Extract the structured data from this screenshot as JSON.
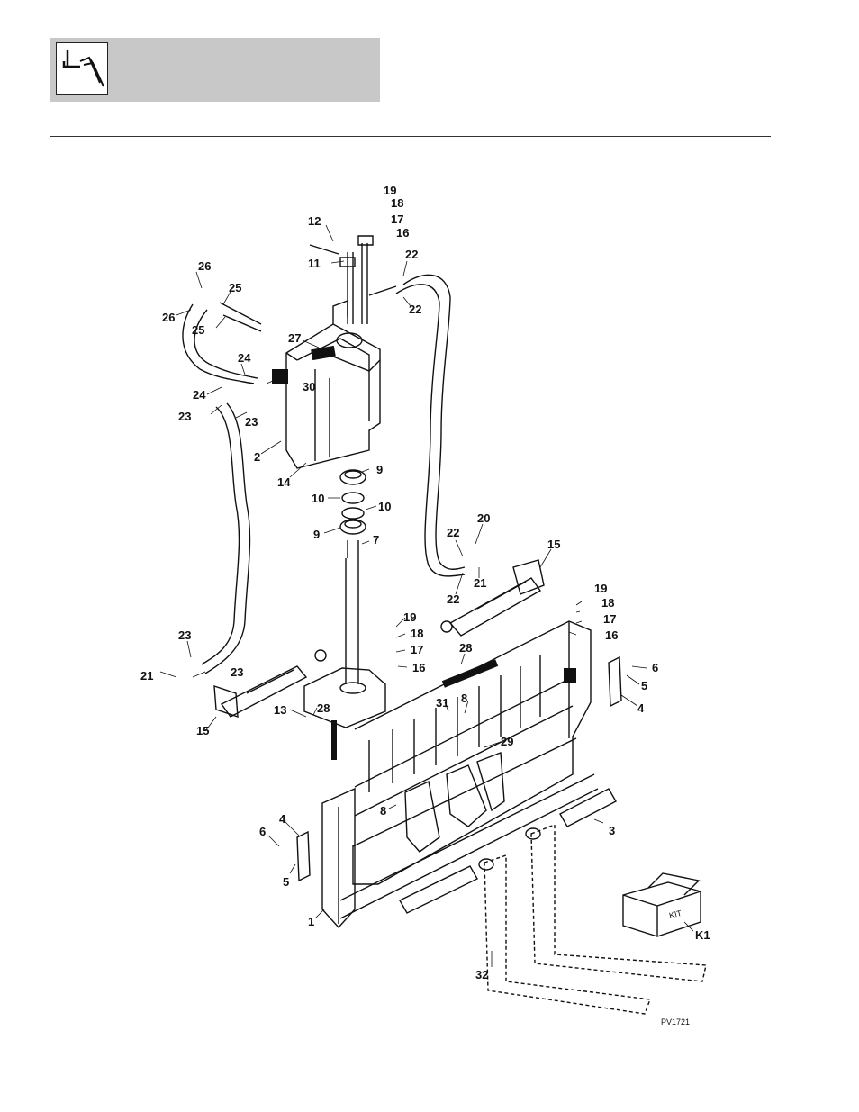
{
  "header": {
    "icon": "wrench-icon"
  },
  "figure": {
    "code": "PV1721",
    "kit_label": "KIT",
    "callouts": [
      "19",
      "18",
      "17",
      "16",
      "12",
      "11",
      "22",
      "22",
      "26",
      "25",
      "26",
      "25",
      "27",
      "24",
      "30",
      "24",
      "23",
      "23",
      "2",
      "14",
      "9",
      "10",
      "10",
      "9",
      "7",
      "20",
      "22",
      "21",
      "22",
      "15",
      "19",
      "18",
      "17",
      "16",
      "19",
      "18",
      "17",
      "16",
      "28",
      "23",
      "21",
      "23",
      "6",
      "5",
      "4",
      "15",
      "13",
      "28",
      "31",
      "8",
      "29",
      "8",
      "3",
      "4",
      "6",
      "5",
      "1",
      "32",
      "K1"
    ]
  },
  "colors": {
    "header_band": "#c8c8c8",
    "ink": "#111111"
  }
}
